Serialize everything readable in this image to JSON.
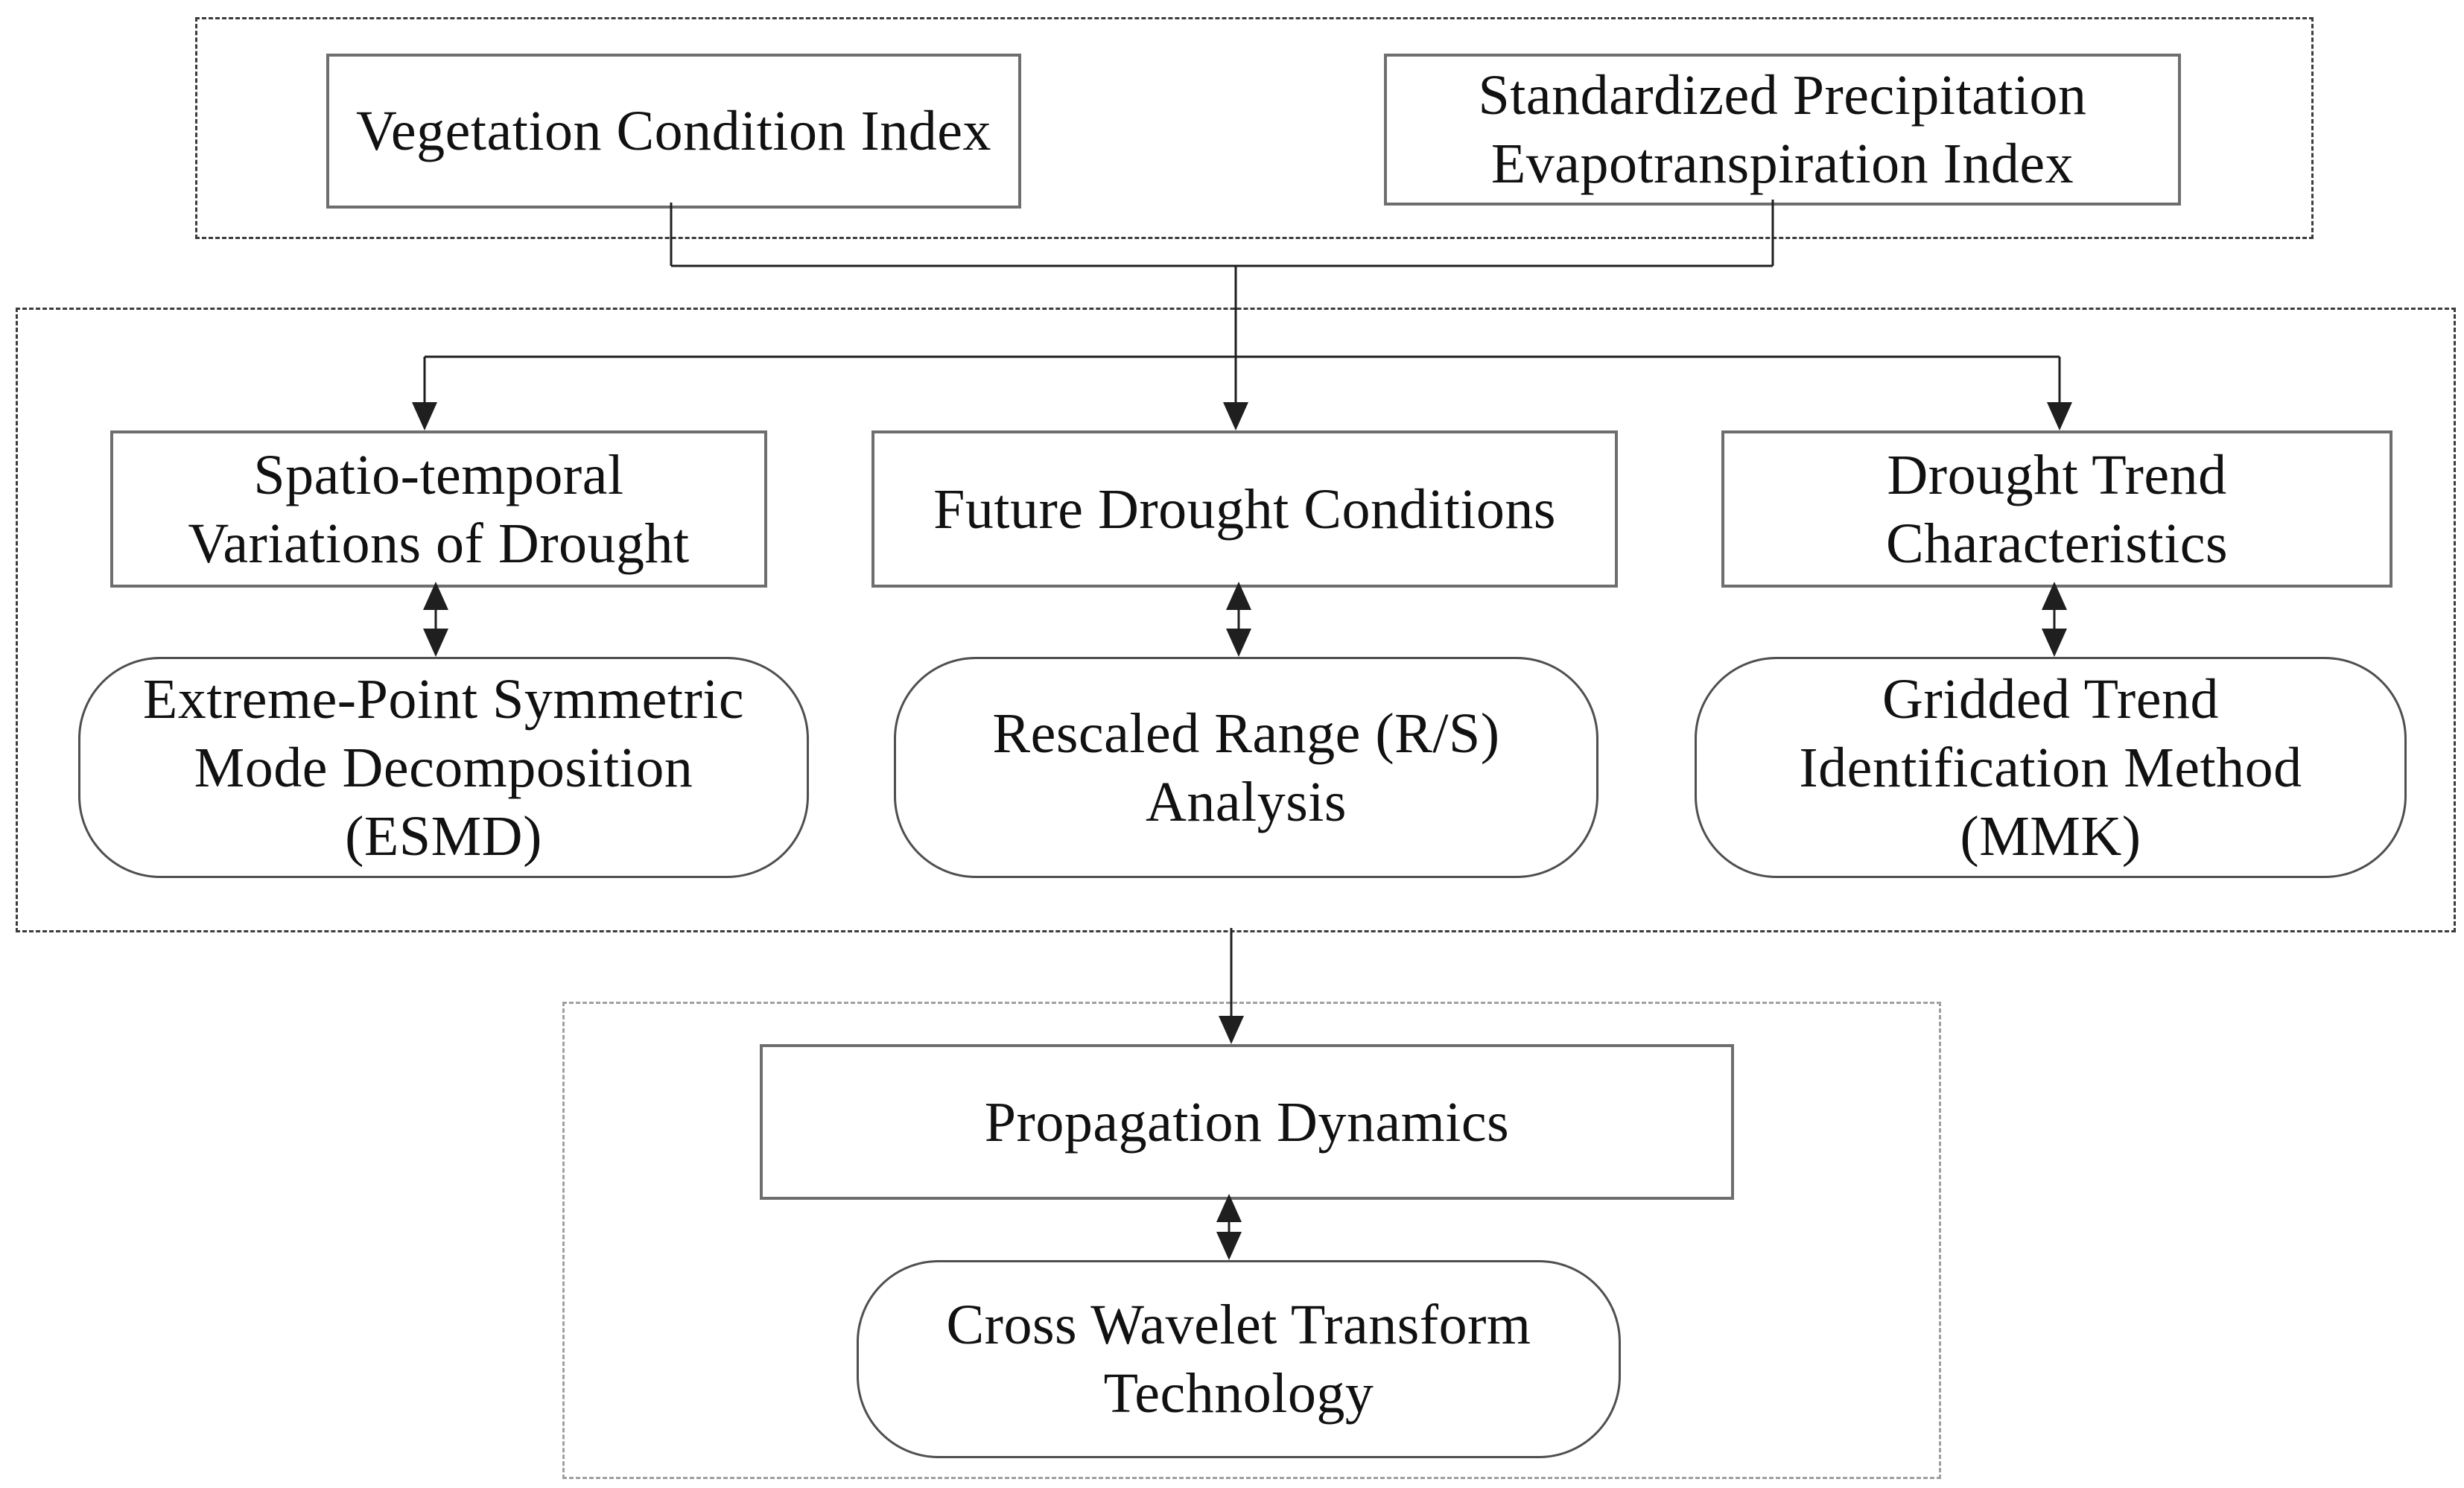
{
  "diagram": {
    "indices": {
      "vci": {
        "label": "Vegetation Condition Index"
      },
      "spei": {
        "lines": [
          "Standardized Precipitation",
          "Evapotranspiration Index"
        ]
      }
    },
    "analysis": {
      "spatio_temporal": {
        "lines": [
          "Spatio-temporal",
          "Variations of Drought"
        ]
      },
      "future_drought": {
        "label": "Future Drought Conditions"
      },
      "drought_trend": {
        "lines": [
          "Drought Trend",
          "Characteristics"
        ]
      },
      "esmd": {
        "lines": [
          "Extreme-Point Symmetric",
          "Mode Decomposition",
          "(ESMD)"
        ]
      },
      "rs_analysis": {
        "lines": [
          "Rescaled Range (R/S)",
          "Analysis"
        ]
      },
      "mmk": {
        "lines": [
          "Gridded Trend",
          "Identification Method",
          "(MMK)"
        ]
      }
    },
    "propagation": {
      "dynamics": {
        "label": "Propagation Dynamics"
      },
      "cwt": {
        "lines": [
          "Cross Wavelet Transform",
          "Technology"
        ]
      }
    },
    "colors": {
      "background": "#ffffff",
      "text": "#111111",
      "rect_border": "#6e6e6e",
      "round_border": "#4f4f4f",
      "container_border": "#3c3c3c",
      "container3_border": "#a0a0a0",
      "wire": "#1f1f1f"
    }
  }
}
